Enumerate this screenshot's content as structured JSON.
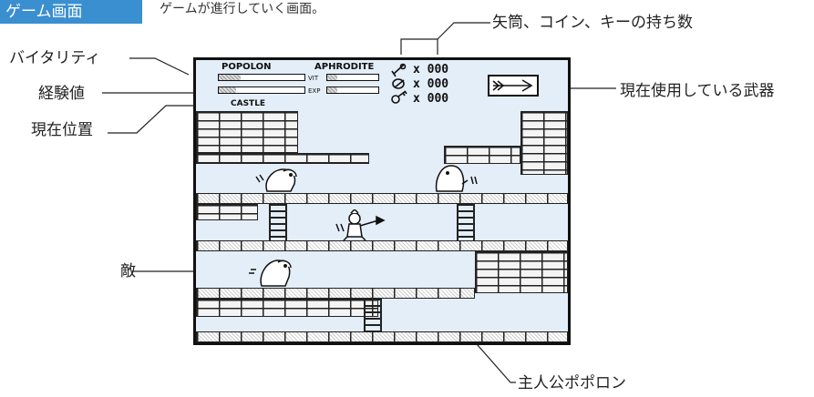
{
  "header": {
    "tag": "ゲーム画面",
    "description": "ゲームが進行していく画面。"
  },
  "labels": {
    "vitality": "バイタリティ",
    "experience": "経験値",
    "location": "現在位置",
    "enemy": "敵",
    "items": "矢筒、コイン、キーの持ち数",
    "weapon": "現在使用している武器",
    "hero": "主人公ポポロン"
  },
  "hud": {
    "player1": "POPOLON",
    "player2": "APHRODITE",
    "vit": "VIT",
    "exp": "EXP",
    "location": "CASTLE",
    "counts": [
      "x 000",
      "x 000",
      "x 000"
    ],
    "bars": {
      "popolon_vit": 0.25,
      "popolon_exp": 0.2,
      "aphrodite_vit": 0.2,
      "aphrodite_exp": 0.2
    },
    "weapon": "arrow-icon"
  },
  "icons": [
    "arrow-icon",
    "coin-icon",
    "key-icon",
    "monster-icon",
    "hero-icon"
  ]
}
